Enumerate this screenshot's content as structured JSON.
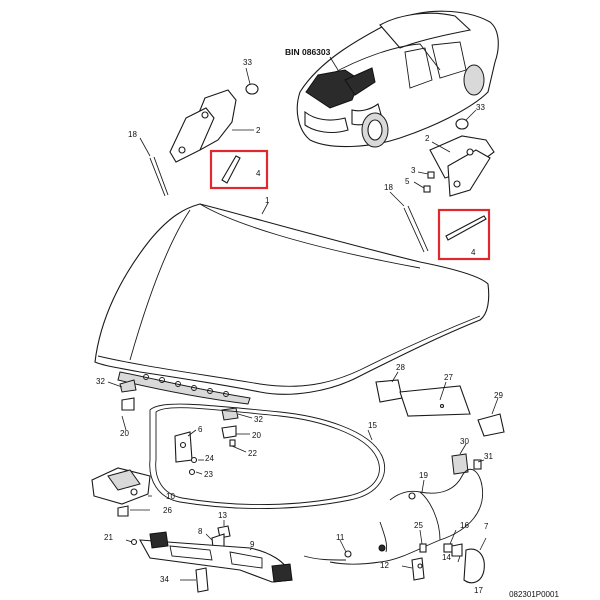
{
  "diagram": {
    "vin_label": "BIN 086303",
    "figure_code": "082301P0001",
    "highlight_color": "#e0282e",
    "callouts": [
      "33",
      "2",
      "18",
      "4",
      "33",
      "2",
      "3",
      "5",
      "18",
      "4",
      "1",
      "28",
      "27",
      "29",
      "32",
      "6",
      "32",
      "20",
      "15",
      "20",
      "24",
      "23",
      "22",
      "10",
      "26",
      "30",
      "31",
      "19",
      "13",
      "8",
      "25",
      "16",
      "7",
      "21",
      "9",
      "11",
      "12",
      "14",
      "34",
      "17"
    ]
  }
}
